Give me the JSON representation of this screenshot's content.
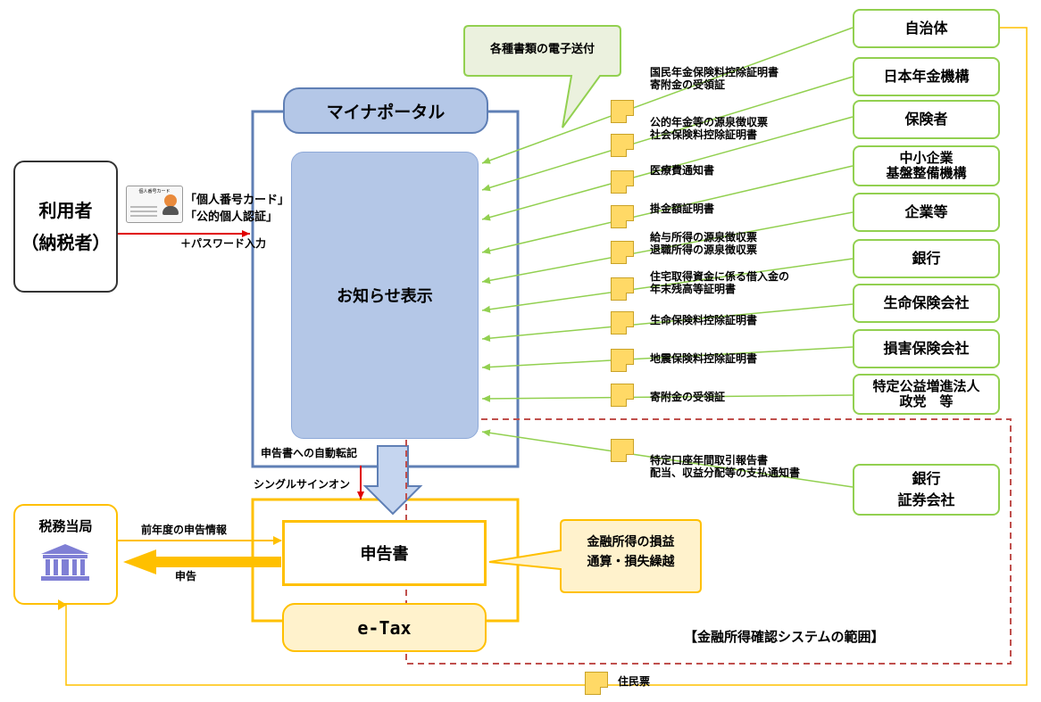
{
  "user": {
    "line1": "利用者",
    "line2": "（納税者）"
  },
  "card": {
    "line1": "「個人番号カード」",
    "line2": "「公的個人認証」",
    "password": "＋パスワード入力",
    "card_title": "個人番号カード"
  },
  "callout_top": "各種書類の電子送付",
  "myna_portal": "マイナポータル",
  "notice_display": "お知らせ表示",
  "auto_transcribe": "申告書への自動転記",
  "single_signon": "シングルサインオン",
  "tax_office": "税務当局",
  "prev_year_info": "前年度の申告情報",
  "declaration": "申告",
  "tax_return": "申告書",
  "etax": "e-Tax",
  "callout_finance": "金融所得の損益\n通算・損失繰越",
  "scope_label": "【金融所得確認システムの範囲】",
  "resident_tax": "住民票",
  "documents": [
    "国民年金保険料控除証明書\n寄附金の受領証",
    "公的年金等の源泉徴収票\n社会保険料控除証明書",
    "医療費通知書",
    "掛金額証明書",
    "給与所得の源泉徴収票\n退職所得の源泉徴収票",
    "住宅取得資金に係る借入金の\n年末残高等証明書",
    "生命保険料控除証明書",
    "地震保険料控除証明書",
    "寄附金の受領証",
    "特定口座年間取引報告書\n配当、収益分配等の支払通知書"
  ],
  "sources": [
    "自治体",
    "日本年金機構",
    "保険者",
    "中小企業\n基盤整備機構",
    "企業等",
    "銀行",
    "生命保険会社",
    "損害保険会社",
    "特定公益増進法人\n政党　等",
    "銀行\n証券会社"
  ],
  "colors": {
    "green": "#92d050",
    "blue": "#5f7fb5",
    "portal_fill": "#b4c7e7",
    "orange": "#ffc000",
    "red": "#c00000",
    "scope": "#c0504d",
    "tax_icon": "#7f7fd5"
  }
}
